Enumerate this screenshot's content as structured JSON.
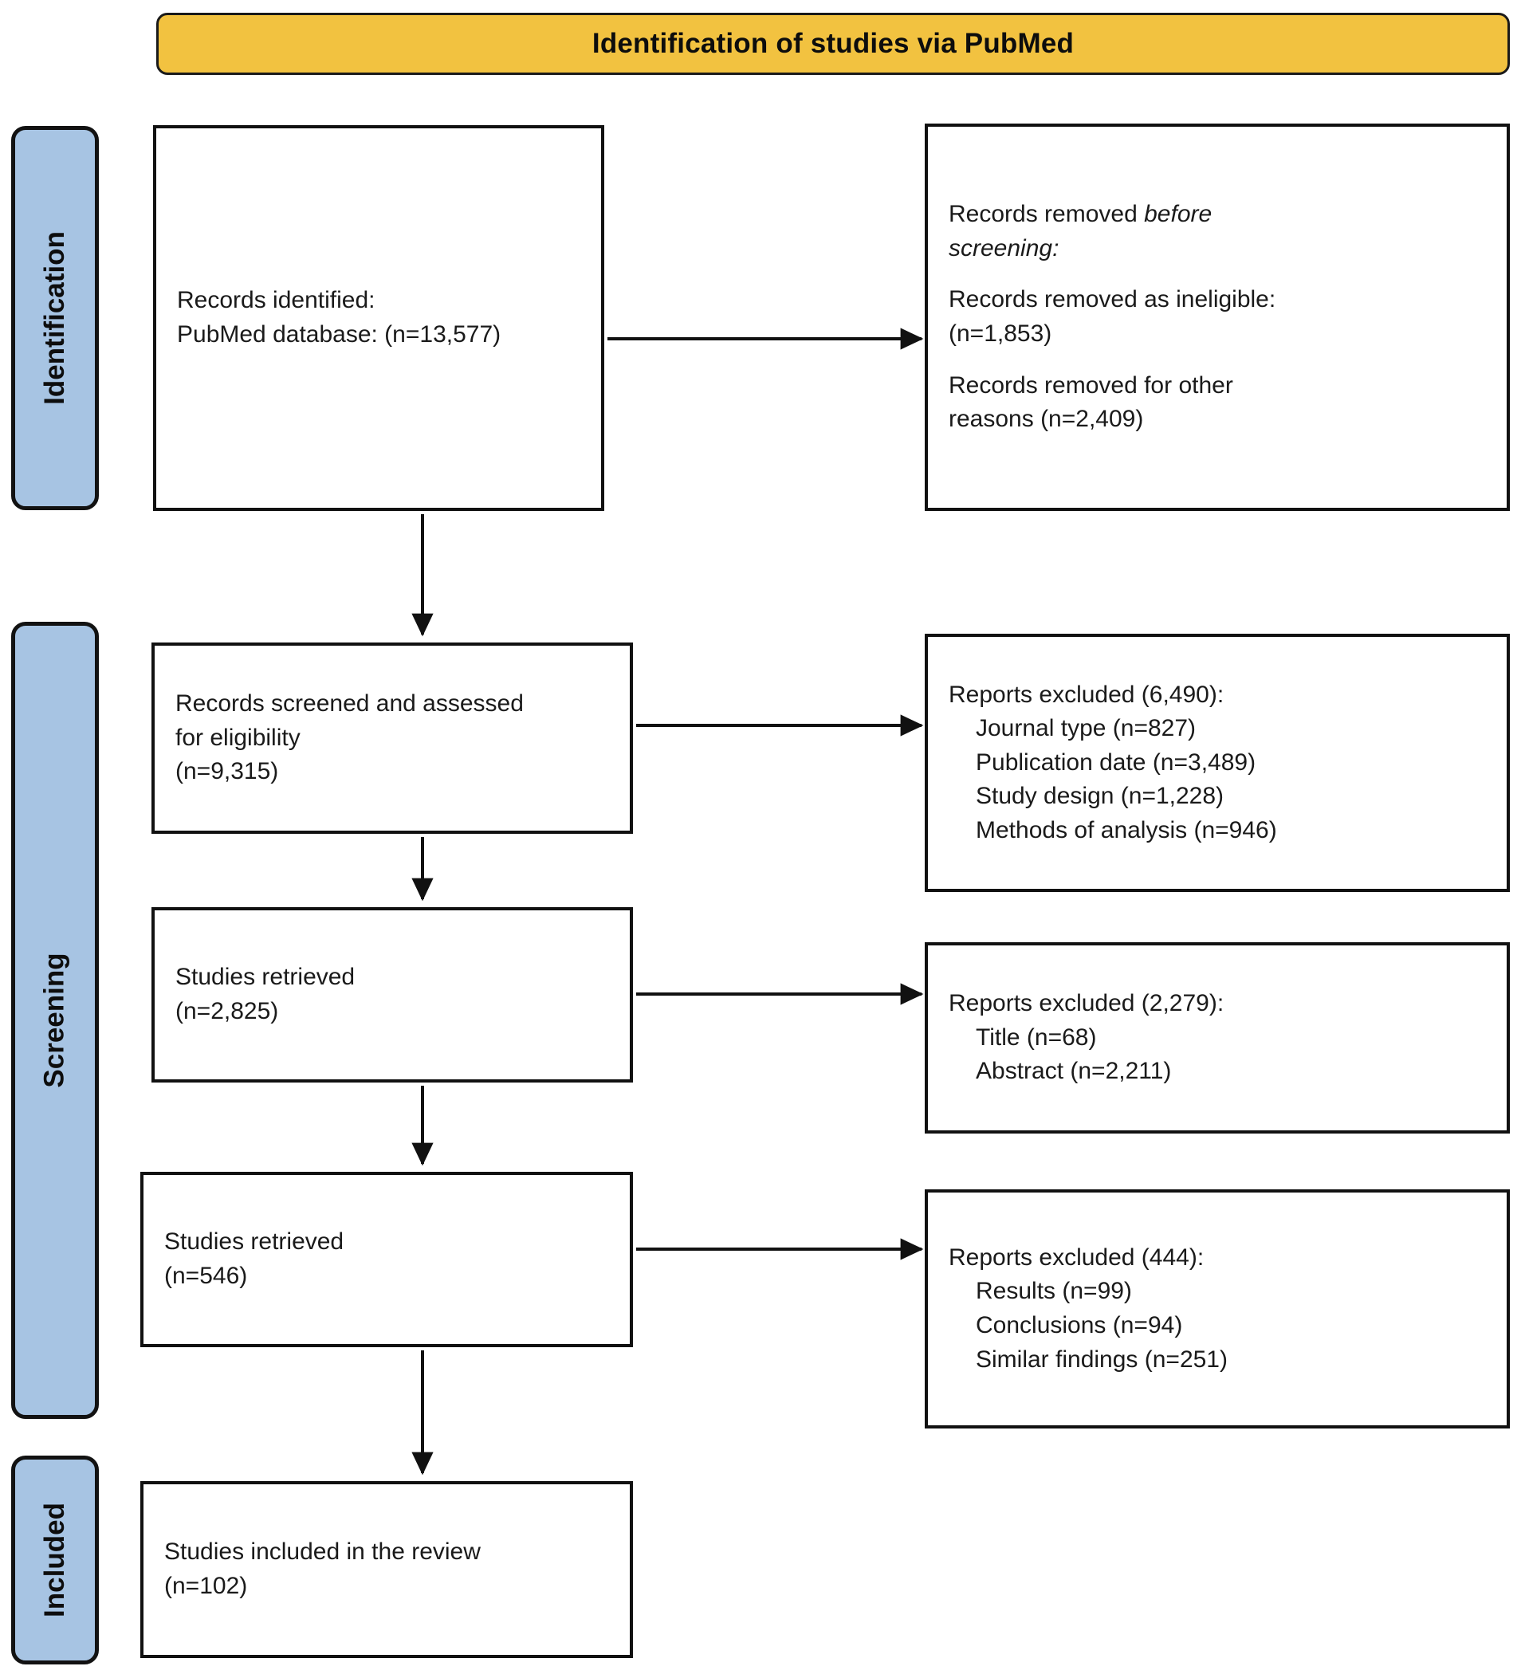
{
  "header": {
    "title": "Identification of studies via PubMed",
    "bg_color": "#F2C240",
    "border_color": "#1A1A1A"
  },
  "stages": [
    {
      "id": "identification",
      "label": "Identification",
      "color": "#A7C4E3"
    },
    {
      "id": "screening",
      "label": "Screening",
      "color": "#A7C4E3"
    },
    {
      "id": "included",
      "label": "Included",
      "color": "#A7C4E3"
    }
  ],
  "boxes": {
    "identified": {
      "lines": [
        {
          "text": "Records identified:"
        },
        {
          "text": "PubMed database: (n=13,577)"
        }
      ]
    },
    "removed_before_screening": {
      "lines": [
        {
          "text": "Records removed "
        },
        {
          "text": "before",
          "style": "italic"
        },
        {
          "text": "screening:",
          "style": "italic"
        },
        {
          "text": "Records removed as ineligible:"
        },
        {
          "text": "(n=1,853)"
        },
        {
          "text": "Records removed for other"
        },
        {
          "text": "reasons (n=2,409)"
        }
      ]
    },
    "screened": {
      "lines": [
        {
          "text": "Records screened and assessed"
        },
        {
          "text": "for eligibility"
        },
        {
          "text": "(n=9,315)"
        }
      ]
    },
    "excluded_1": {
      "header": "Reports excluded (6,490):",
      "items": [
        "Journal type (n=827)",
        "Publication date (n=3,489)",
        "Study design (n=1,228)",
        "Methods of analysis (n=946)"
      ]
    },
    "retrieved_2825": {
      "lines": [
        {
          "text": "Studies retrieved"
        },
        {
          "text": "(n=2,825)"
        }
      ]
    },
    "excluded_2": {
      "header": "Reports excluded (2,279):",
      "items": [
        "Title (n=68)",
        "Abstract (n=2,211)"
      ]
    },
    "retrieved_546": {
      "lines": [
        {
          "text": "Studies retrieved"
        },
        {
          "text": "(n=546)"
        }
      ]
    },
    "excluded_3": {
      "header": "Reports excluded (444):",
      "items": [
        "Results (n=99)",
        "Conclusions (n=94)",
        "Similar findings (n=251)"
      ]
    },
    "included": {
      "lines": [
        {
          "text": "Studies included in the review"
        },
        {
          "text": "(n=102)"
        }
      ]
    }
  },
  "flow": {
    "arrow_color": "#111111",
    "vertical_arrows": 4,
    "horizontal_arrows": 4
  }
}
